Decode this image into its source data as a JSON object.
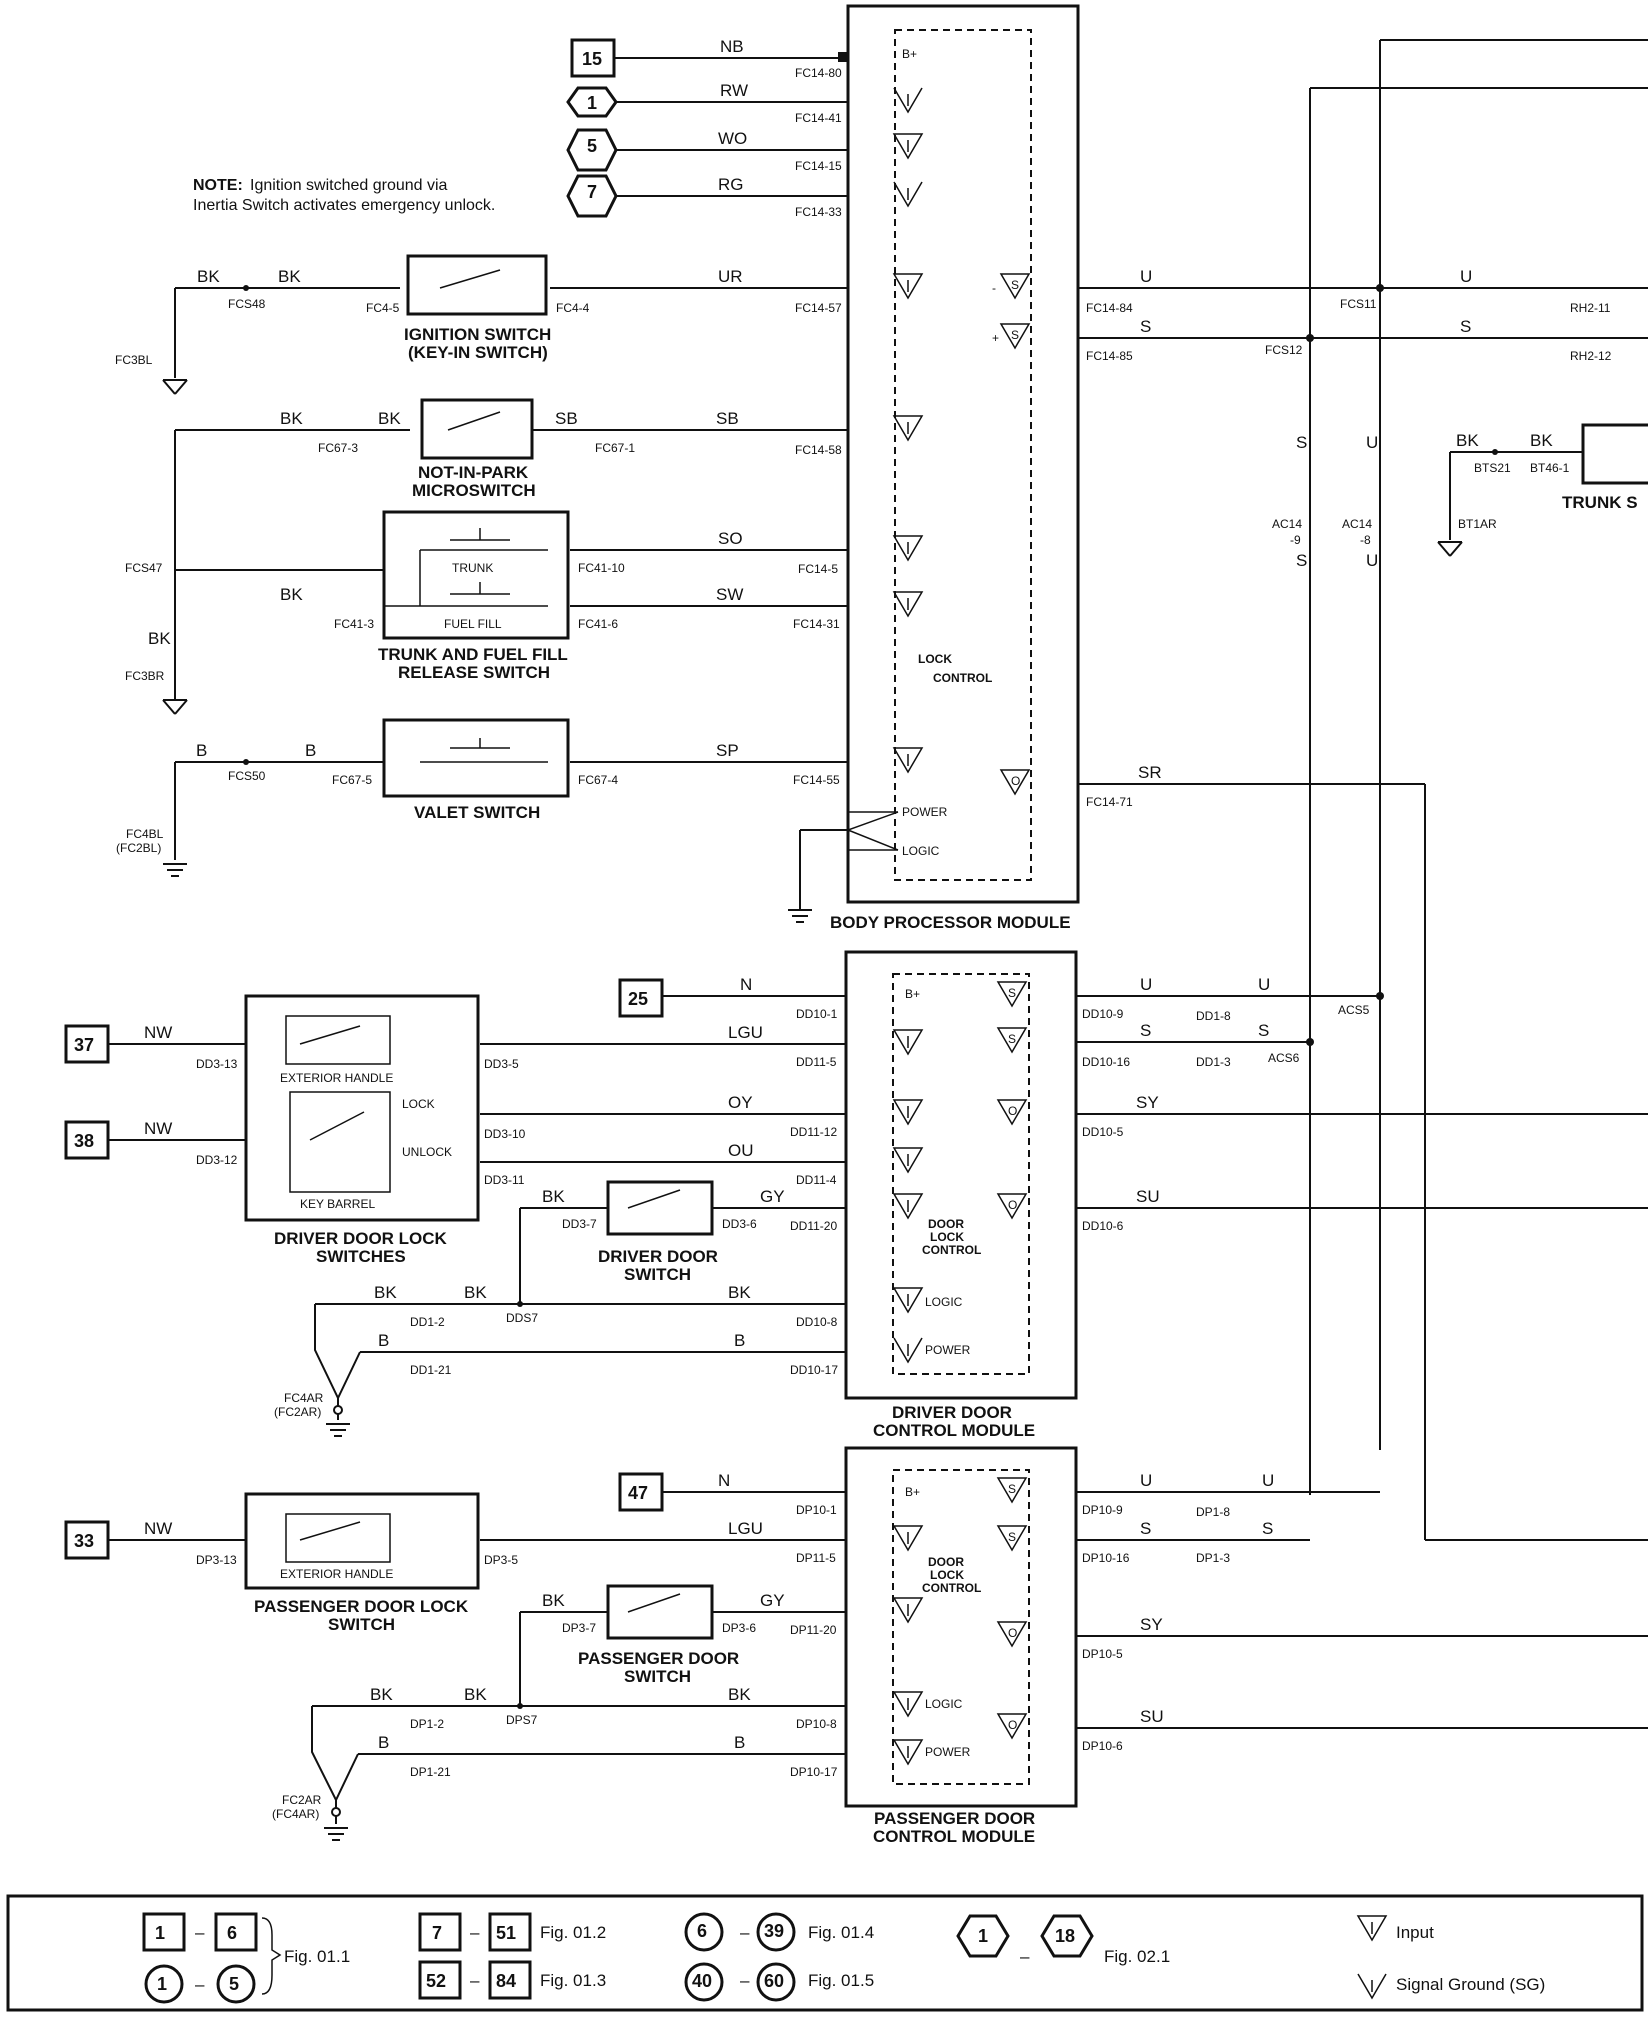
{
  "note": {
    "label": "NOTE:",
    "line1": "Ignition switched ground via",
    "line2": "Inertia Switch activates emergency unlock."
  },
  "modules": {
    "bpm": {
      "title": "BODY PROCESSOR MODULE",
      "inner": [
        "LOCK",
        "CONTROL"
      ],
      "pin_power": "POWER",
      "pin_logic": "LOGIC",
      "pin_b": "B+"
    },
    "ddcm": {
      "title": [
        "DRIVER DOOR",
        "CONTROL MODULE"
      ],
      "inner": [
        "DOOR",
        "LOCK",
        "CONTROL"
      ],
      "pin_logic": "LOGIC",
      "pin_power": "POWER",
      "pin_b": "B+"
    },
    "pdcm": {
      "title": [
        "PASSENGER DOOR",
        "CONTROL MODULE"
      ],
      "inner": [
        "DOOR",
        "LOCK",
        "CONTROL"
      ],
      "pin_logic": "LOGIC",
      "pin_power": "POWER",
      "pin_b": "B+"
    }
  },
  "switches": {
    "ignition": [
      "IGNITION SWITCH",
      "(KEY-IN SWITCH)"
    ],
    "nip": [
      "NOT-IN-PARK",
      "MICROSWITCH"
    ],
    "trunk_fuel": [
      "TRUNK AND FUEL FILL",
      "RELEASE SWITCH"
    ],
    "trunk_sub": "TRUNK",
    "fuel_sub": "FUEL FILL",
    "valet": "VALET SWITCH",
    "driver_lock": [
      "DRIVER DOOR LOCK",
      "SWITCHES"
    ],
    "exterior_handle": "EXTERIOR HANDLE",
    "key_barrel": "KEY BARREL",
    "lock": "LOCK",
    "unlock": "UNLOCK",
    "driver_door": [
      "DRIVER DOOR",
      "SWITCH"
    ],
    "passenger_lock": [
      "PASSENGER DOOR LOCK",
      "SWITCH"
    ],
    "passenger_door": [
      "PASSENGER DOOR",
      "SWITCH"
    ],
    "trunk_right": "TRUNK S"
  },
  "wires": {
    "NB": "NB",
    "RW": "RW",
    "WO": "WO",
    "RG": "RG",
    "UR": "UR",
    "SB": "SB",
    "SO": "SO",
    "SW": "SW",
    "SP": "SP",
    "U": "U",
    "S": "S",
    "SR": "SR",
    "BK": "BK",
    "B": "B",
    "N": "N",
    "NW": "NW",
    "LGU": "LGU",
    "OY": "OY",
    "OU": "OU",
    "GY": "GY",
    "SY": "SY",
    "SU": "SU"
  },
  "connectors": {
    "FC14-80": "FC14-80",
    "FC14-41": "FC14-41",
    "FC14-15": "FC14-15",
    "FC14-33": "FC14-33",
    "FC14-57": "FC14-57",
    "FC14-58": "FC14-58",
    "FC14-5": "FC14-5",
    "FC14-31": "FC14-31",
    "FC14-55": "FC14-55",
    "FC14-84": "FC14-84",
    "FC14-85": "FC14-85",
    "FC14-71": "FC14-71",
    "FCS48": "FCS48",
    "FC4-5": "FC4-5",
    "FC4-4": "FC4-4",
    "FC3BL": "FC3BL",
    "FC67-3": "FC67-3",
    "FC67-1": "FC67-1",
    "FC41-10": "FC41-10",
    "FC41-3": "FC41-3",
    "FC41-6": "FC41-6",
    "FCS47": "FCS47",
    "FC3BR": "FC3BR",
    "FCS50": "FCS50",
    "FC67-5": "FC67-5",
    "FC67-4": "FC67-4",
    "FC4BL": "FC4BL",
    "FC2BL": "(FC2BL)",
    "FCS11": "FCS11",
    "FCS12": "FCS12",
    "RH2-11": "RH2-11",
    "RH2-12": "RH2-12",
    "BTS21": "BTS21",
    "BT46-1": "BT46-1",
    "BT1AR": "BT1AR",
    "AC14-9a": "AC14",
    "AC14-9b": "-9",
    "AC14-8a": "AC14",
    "AC14-8b": "-8",
    "DD10-1": "DD10-1",
    "DD11-5": "DD11-5",
    "DD11-12": "DD11-12",
    "DD11-4": "DD11-4",
    "DD11-20": "DD11-20",
    "DD10-8": "DD10-8",
    "DD10-17": "DD10-17",
    "DD10-9": "DD10-9",
    "DD10-16": "DD10-16",
    "DD10-5": "DD10-5",
    "DD10-6": "DD10-6",
    "DD1-8": "DD1-8",
    "DD1-3": "DD1-3",
    "ACS5": "ACS5",
    "ACS6": "ACS6",
    "DD3-13": "DD3-13",
    "DD3-5": "DD3-5",
    "DD3-12": "DD3-12",
    "DD3-10": "DD3-10",
    "DD3-11": "DD3-11",
    "DD3-7": "DD3-7",
    "DD3-6": "DD3-6",
    "DDS7": "DDS7",
    "DD1-2": "DD1-2",
    "DD1-21": "DD1-21",
    "FC4AR": "FC4AR",
    "FC2ARp": "(FC2AR)",
    "DP10-1": "DP10-1",
    "DP11-5": "DP11-5",
    "DP11-20": "DP11-20",
    "DP10-8": "DP10-8",
    "DP10-17": "DP10-17",
    "DP10-9": "DP10-9",
    "DP10-16": "DP10-16",
    "DP10-5": "DP10-5",
    "DP10-6": "DP10-6",
    "DP1-8": "DP1-8",
    "DP1-3": "DP1-3",
    "DP3-13": "DP3-13",
    "DP3-5": "DP3-5",
    "DP3-7": "DP3-7",
    "DP3-6": "DP3-6",
    "DPS7": "DPS7",
    "DP1-2": "DP1-2",
    "DP1-21": "DP1-21",
    "FC2AR": "FC2AR",
    "FC4ARp": "(FC4AR)"
  },
  "refs": {
    "r15": "15",
    "r1": "1",
    "r5": "5",
    "r7": "7",
    "r25": "25",
    "r37": "37",
    "r38": "38",
    "r47": "47",
    "r33": "33"
  },
  "legend": {
    "a1": "1",
    "a2": "6",
    "a3": "1",
    "a4": "5",
    "fig011": "Fig. 01.1",
    "b1": "7",
    "b2": "51",
    "fig012": "Fig. 01.2",
    "c1": "52",
    "c2": "84",
    "fig013": "Fig. 01.3",
    "d1": "6",
    "d2": "39",
    "fig014": "Fig. 01.4",
    "e1": "40",
    "e2": "60",
    "fig015": "Fig. 01.5",
    "f1": "1",
    "f2": "18",
    "fig021": "Fig. 02.1",
    "input": "Input",
    "sg": "Signal Ground (SG)",
    "dash": "–"
  }
}
